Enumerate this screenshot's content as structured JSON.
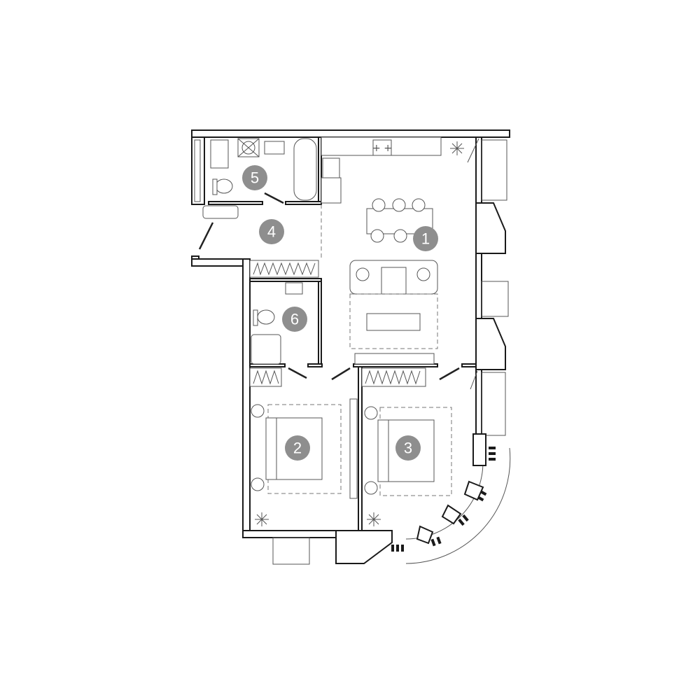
{
  "plan": {
    "type": "apartment floor plan",
    "rooms": [
      {
        "id": "1",
        "label": "1",
        "kind": "kitchen-living"
      },
      {
        "id": "2",
        "label": "2",
        "kind": "bedroom"
      },
      {
        "id": "3",
        "label": "3",
        "kind": "bedroom"
      },
      {
        "id": "4",
        "label": "4",
        "kind": "hallway"
      },
      {
        "id": "5",
        "label": "5",
        "kind": "bathroom"
      },
      {
        "id": "6",
        "label": "6",
        "kind": "bathroom"
      }
    ],
    "colors": {
      "wall": "#1a1a1a",
      "badge": "#8e8e8e",
      "furniture": "#555555"
    }
  }
}
